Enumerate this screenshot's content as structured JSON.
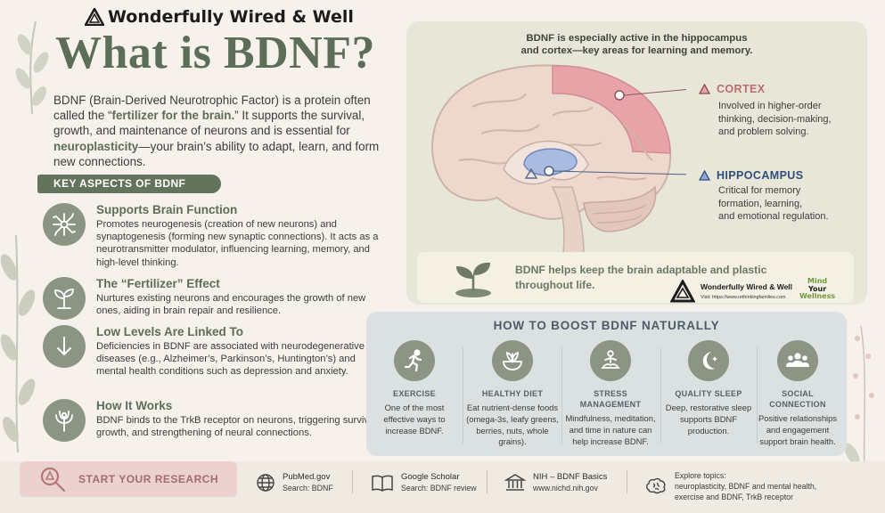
{
  "brand": {
    "name": "Wonderfully Wired & Well"
  },
  "header": {
    "title": "What is BDNF?"
  },
  "intro": {
    "p1": "BDNF (Brain-Derived Neurotrophic Factor) is a protein often called the “",
    "highlight1": "fertilizer for the brain.",
    "p2": "” It supports the survival, growth, and maintenance of neurons and is essential for ",
    "highlight2": "neuroplasticity",
    "p3": "—your brain’s ability to adapt, learn, and form new connections."
  },
  "key_aspects": {
    "heading": "KEY ASPECTS OF BDNF",
    "items": [
      {
        "icon": "neuron-icon",
        "title": "Supports Brain Function",
        "text": "Promotes neurogenesis (creation of new neurons) and synaptogenesis (forming new synaptic connections). It acts as a neurotransmitter modulator, influencing learning, memory, and high-level thinking."
      },
      {
        "icon": "sprout-icon",
        "title": "The “Fertilizer” Effect",
        "text": "Nurtures existing neurons and encourages the growth of new ones, aiding in brain repair and resilience."
      },
      {
        "icon": "arrow-down-icon",
        "title": "Low Levels Are Linked To",
        "text": "Deficiencies in BDNF are associated with neurodegenerative diseases (e.g., Alzheimer’s, Parkinson’s, Huntington’s) and mental health conditions such as depression and anxiety."
      },
      {
        "icon": "receptor-icon",
        "title": "How It Works",
        "text": "BDNF binds to the TrkB receptor on neurons, triggering survival, growth, and strengthening of neural connections."
      }
    ]
  },
  "brain": {
    "caption_line1": "BDNF is especially active in the hippocampus",
    "caption_line2": "and cortex—key areas for learning and memory.",
    "cortex": {
      "title": "CORTEX",
      "desc": [
        "Involved in higher-order",
        "thinking, decision-making,",
        "and problem solving."
      ],
      "color": "#d98a8f"
    },
    "hippocampus": {
      "title": "HIPPOCAMPUS",
      "desc": [
        "Critical for memory",
        "formation, learning,",
        "and emotional regulation."
      ],
      "color": "#5e7bb0"
    },
    "plastic_line1": "BDNF helps keep the brain adaptable and plastic",
    "plastic_line2": "throughout life.",
    "brand_small_name": "Wonderfully Wired & Well",
    "brand_small_url": "Visit: https://www.rethinkingfamilies.com",
    "badge_line1": "Mind",
    "badge_line2": "Your",
    "badge_line3": "Wellness"
  },
  "boost": {
    "title": "HOW TO BOOST BDNF NATURALLY",
    "items": [
      {
        "icon": "runner-icon",
        "title": [
          "EXERCISE"
        ],
        "text": "One of the most effective ways to increase BDNF."
      },
      {
        "icon": "bowl-icon",
        "title": [
          "HEALTHY DIET"
        ],
        "text": "Eat nutrient-dense foods (omega-3s, leafy greens, berries, nuts, whole grains)."
      },
      {
        "icon": "meditation-icon",
        "title": [
          "STRESS",
          "MANAGEMENT"
        ],
        "text": "Mindfulness, meditation, and time in nature can help increase BDNF."
      },
      {
        "icon": "moon-icon",
        "title": [
          "QUALITY SLEEP"
        ],
        "text": "Deep, restorative sleep supports BDNF production."
      },
      {
        "icon": "people-icon",
        "title": [
          "SOCIAL",
          "CONNECTION"
        ],
        "text": "Positive relationships and engagement support brain health."
      }
    ]
  },
  "footer": {
    "research_label": "START YOUR RESEARCH",
    "links": [
      {
        "icon": "globe-icon",
        "title": "PubMed.gov",
        "sub": "Search: BDNF"
      },
      {
        "icon": "book-icon",
        "title": "Google Scholar",
        "sub": "Search: BDNF review"
      },
      {
        "icon": "institution-icon",
        "title": "NIH – BDNF Basics",
        "sub": "www.nichd.nih.gov"
      }
    ],
    "explore_line1": "Explore topics:",
    "explore_line2": "neuroplasticity, BDNF and mental health,",
    "explore_line3": "exercise and BDNF, TrkB receptor"
  }
}
